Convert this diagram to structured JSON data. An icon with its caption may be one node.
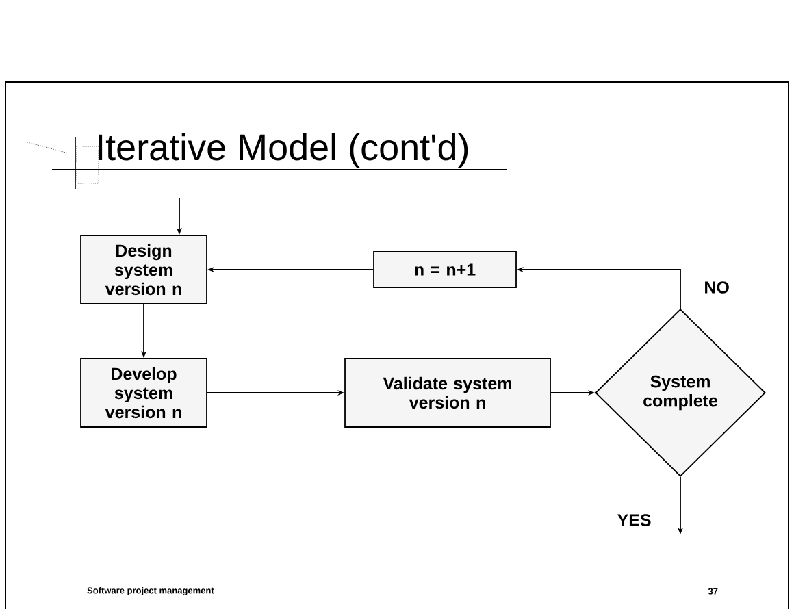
{
  "diagram": {
    "title": "Iterative Model (cont'd)",
    "nodes": [
      {
        "text": [
          "Design system version n"
        ]
      },
      {
        "text": [
          "n = n+1"
        ]
      },
      {
        "text": [
          "Develop system version n"
        ]
      },
      {
        "text": [
          "Validate system version n"
        ]
      },
      {
        "text": [
          "System complete"
        ]
      }
    ],
    "edges": [
      {
        "from": null,
        "to": 0,
        "arrow": "to"
      },
      {
        "from": 0,
        "to": 2,
        "arrow": "to"
      },
      {
        "from": 2,
        "to": 3,
        "arrow": "to"
      },
      {
        "from": 3,
        "to": 4,
        "arrow": "to"
      },
      {
        "from": 4,
        "to": 1,
        "arrow": "to",
        "label": "NO"
      },
      {
        "from": 1,
        "to": 0,
        "arrow": "to"
      },
      {
        "from": 4,
        "to": null,
        "arrow": "to",
        "label": "YES"
      }
    ],
    "labels": [
      "Software project management",
      "37"
    ]
  }
}
